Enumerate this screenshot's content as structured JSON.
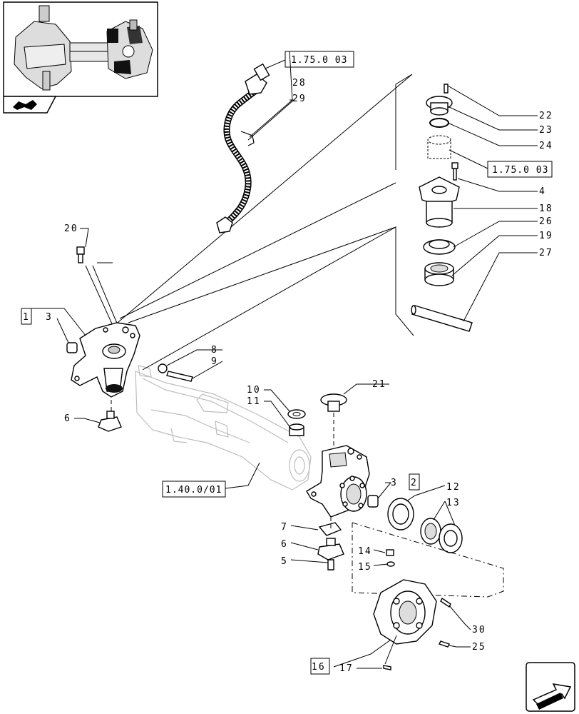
{
  "callouts": [
    "1",
    "2",
    "3",
    "3",
    "4",
    "5",
    "6",
    "6",
    "7",
    "8",
    "9",
    "10",
    "11",
    "12",
    "13",
    "14",
    "15",
    "16",
    "17",
    "18",
    "19",
    "20",
    "21",
    "22",
    "23",
    "24",
    "25",
    "26",
    "27",
    "28",
    "29",
    "30"
  ],
  "ref_labels": {
    "pipe_ref": "1.75.0 03",
    "cap_ref": "1.75.0 03",
    "axle_ref": "1.40.0/01"
  },
  "icons": {
    "thumbnail": "axle-assembly-thumbnail",
    "navigate": "book-navigation-icon",
    "next_page": "next-page-arrow-icon"
  }
}
